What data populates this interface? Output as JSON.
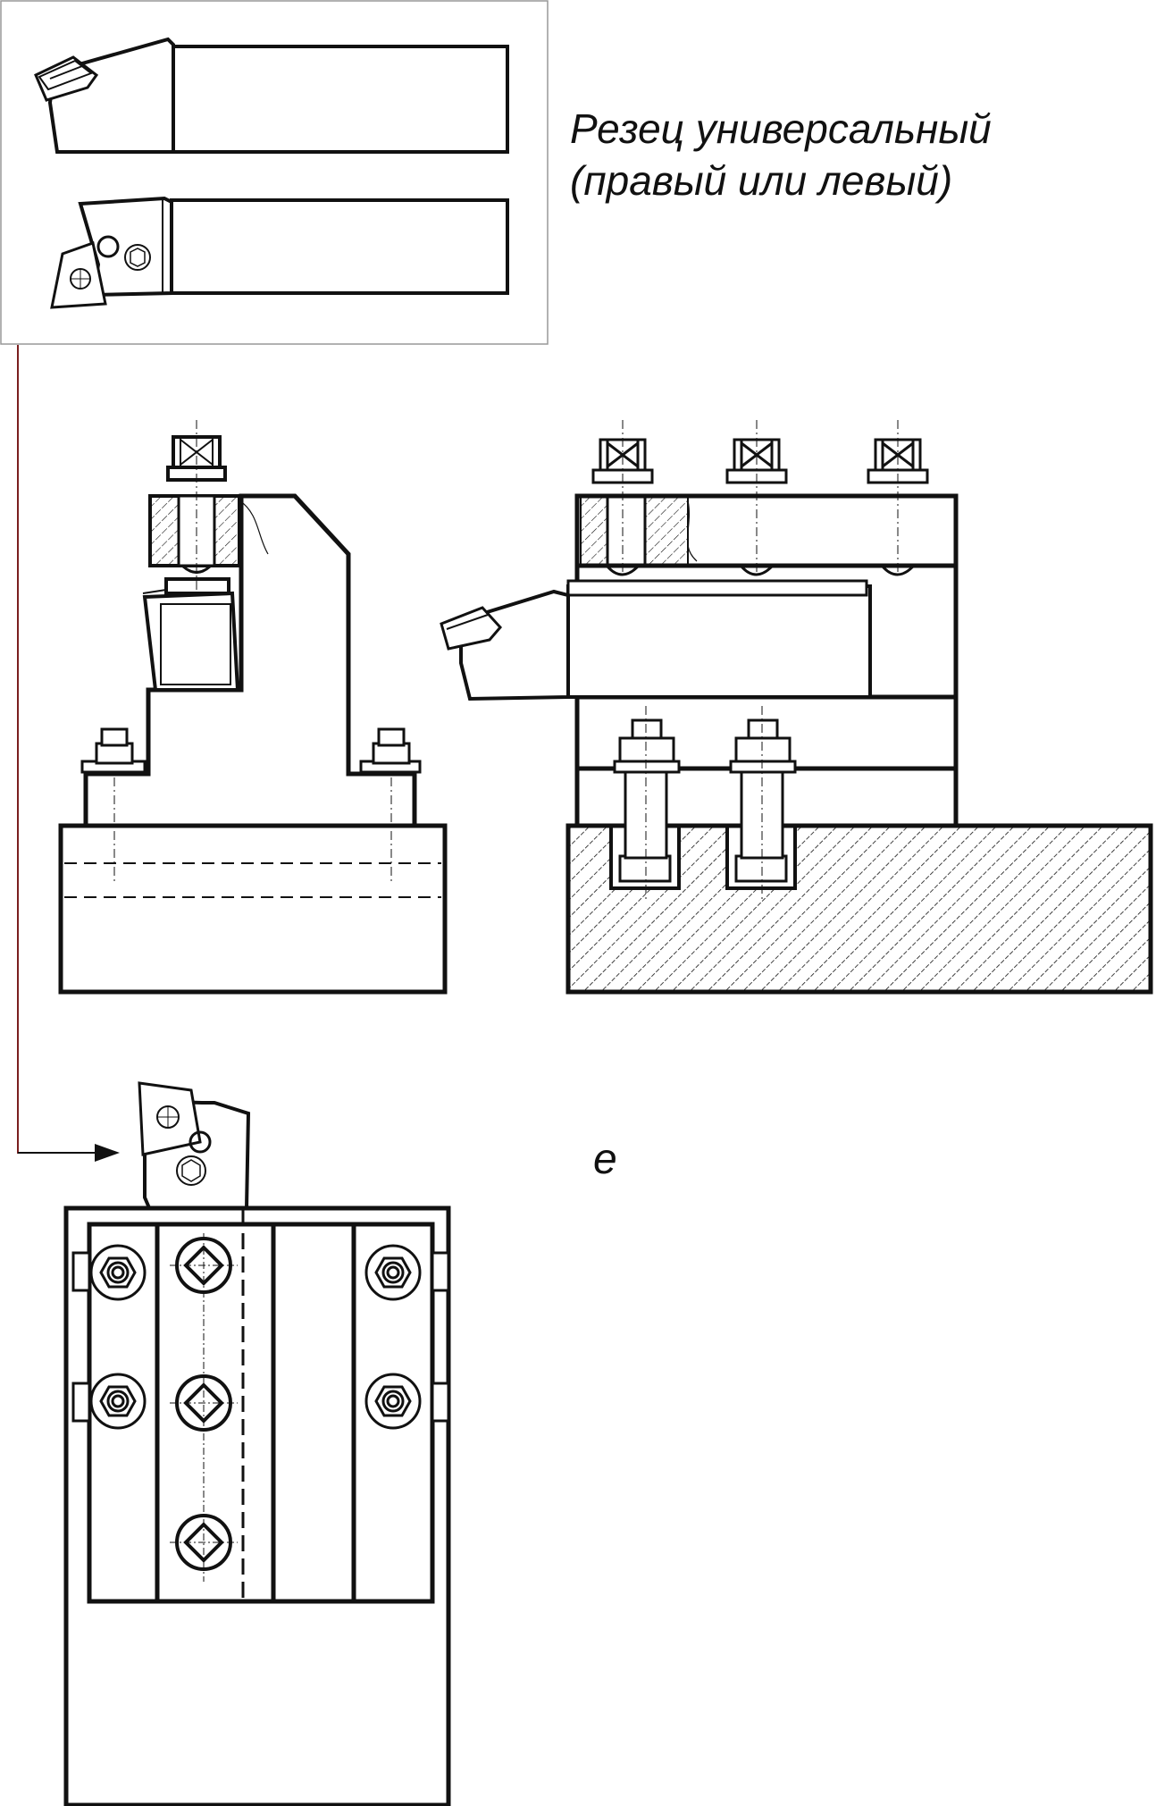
{
  "caption": {
    "line1": "Резец универсальный",
    "line2": "(правый или левый)"
  },
  "view_letter": "е",
  "colors": {
    "ink": "#111111",
    "leader": "#7a1f1f",
    "frame": "#999999",
    "background": "#ffffff"
  }
}
